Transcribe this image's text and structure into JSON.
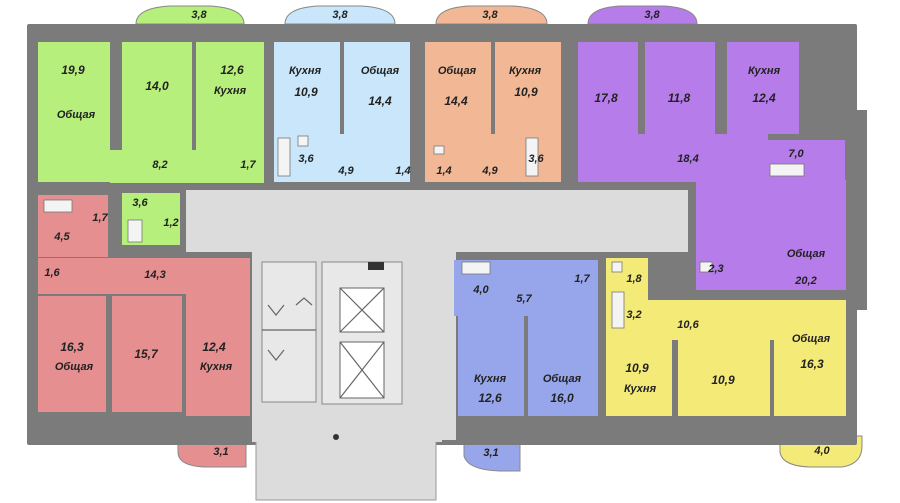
{
  "colors": {
    "green": "#b6ef7b",
    "blue": "#c9e6fa",
    "peach": "#f2b895",
    "purple": "#b67cea",
    "red": "#e58f91",
    "indigo": "#97a6ea",
    "yellow": "#f4ea78",
    "corridor": "#dcdcdc",
    "wall": "#7b7b7b"
  },
  "balconies": [
    "3,8",
    "3,8",
    "3,8",
    "3,8",
    "3,1",
    "3,1",
    "4,0"
  ],
  "apartments": {
    "green": {
      "room1": "19,9",
      "room1_label": "Общая",
      "room2": "14,0",
      "kitchen": "12,6",
      "kitchen_label": "Кухня",
      "hall": "8,2",
      "wc": "1,7",
      "bath": "3,6",
      "wc2": "1,2"
    },
    "blue": {
      "kitchen_label": "Кухня",
      "kitchen": "10,9",
      "room_label": "Общая",
      "room": "14,4",
      "bath": "3,6",
      "hall": "4,9",
      "wc": "1,4"
    },
    "peach": {
      "room_label": "Общая",
      "room": "14,4",
      "kitchen_label": "Кухня",
      "kitchen": "10,9",
      "wc": "1,4",
      "hall": "4,9",
      "bath": "3,6"
    },
    "purple": {
      "room1": "17,8",
      "room2": "11,8",
      "kitchen_label": "Кухня",
      "kitchen": "12,4",
      "hall": "18,4",
      "bath": "7,0",
      "wc": "2,3",
      "room3_label": "Общая",
      "room3": "20,2"
    },
    "red": {
      "bath": "4,5",
      "wc": "1,7",
      "wc2": "1,6",
      "hall": "14,3",
      "room1": "16,3",
      "room1_label": "Общая",
      "room2": "15,7",
      "kitchen": "12,4",
      "kitchen_label": "Кухня"
    },
    "indigo": {
      "bath": "4,0",
      "hall": "5,7",
      "wc": "1,7",
      "kitchen_label": "Кухня",
      "kitchen": "12,6",
      "room_label": "Общая",
      "room": "16,0"
    },
    "yellow": {
      "wc": "1,8",
      "bath": "3,2",
      "hall": "10,6",
      "kitchen": "10,9",
      "kitchen_label": "Кухня",
      "room": "10,9",
      "room2_label": "Общая",
      "room2": "16,3"
    }
  }
}
